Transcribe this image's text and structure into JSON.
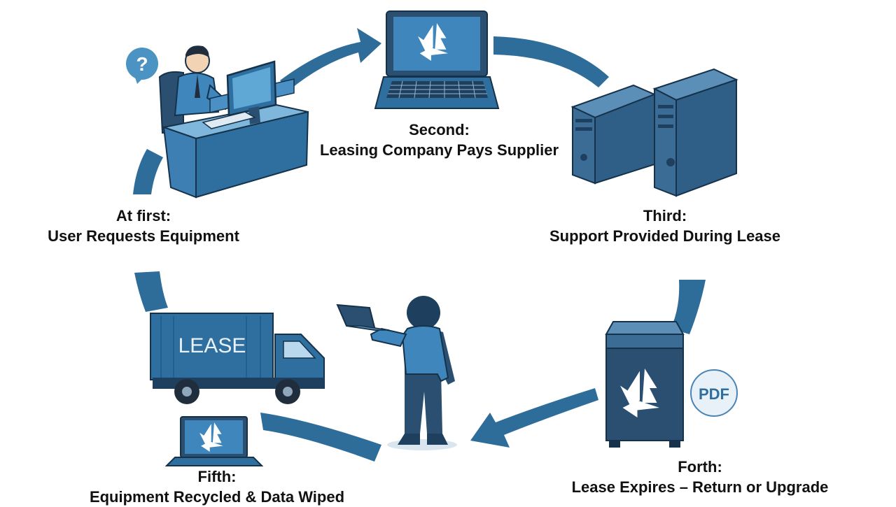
{
  "colors": {
    "primary": "#2f6f9f",
    "dark": "#1f3f5f",
    "light": "#5fa7d5",
    "arrow": "#2e6d9a",
    "text": "#111111"
  },
  "steps": [
    {
      "heading": "At first:",
      "text": "User Requests Equipment",
      "icon": "person-at-desk-icon"
    },
    {
      "heading": "Second:",
      "text": "Leasing Company Pays Supplier",
      "icon": "laptop-recycle-icon"
    },
    {
      "heading": "Third:",
      "text": "Support Provided During Lease",
      "icon": "server-towers-icon"
    },
    {
      "heading": "Forth:",
      "text": "Lease Expires – Return or Upgrade",
      "icon": "recycle-bin-icon"
    },
    {
      "heading": "Fifth:",
      "text": "Equipment Recycled & Data Wiped",
      "icon": "truck-and-laptop-icon"
    }
  ],
  "truck_text": "LEASE",
  "badges": {
    "question": "?",
    "pdf": "PDF"
  }
}
